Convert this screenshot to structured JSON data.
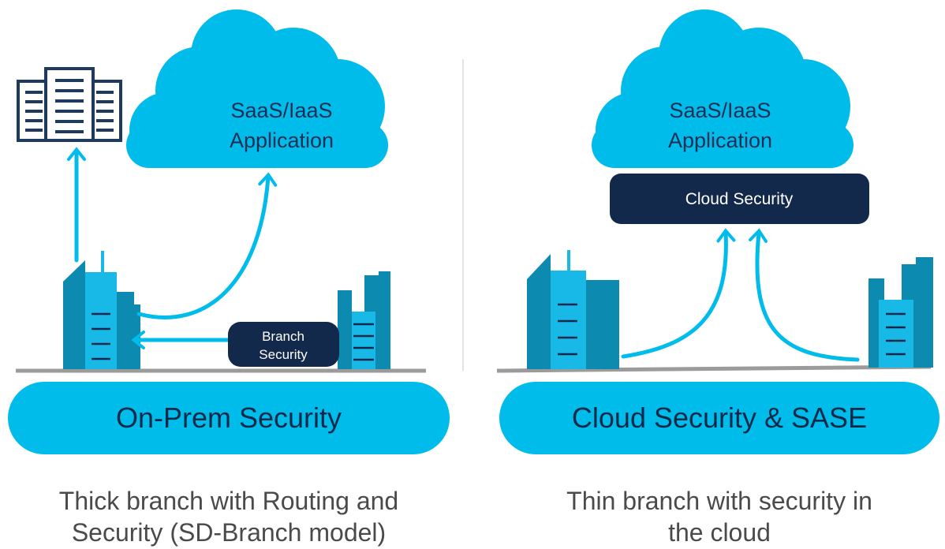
{
  "left": {
    "cloud_line1": "SaaS/IaaS",
    "cloud_line2": "Application",
    "branch_security_line1": "Branch",
    "branch_security_line2": "Security",
    "banner": "On-Prem Security",
    "caption_line1": "Thick branch with Routing and",
    "caption_line2": "Security (SD-Branch model)"
  },
  "right": {
    "cloud_line1": "SaaS/IaaS",
    "cloud_line2": "Application",
    "cloud_security": "Cloud Security",
    "banner": "Cloud Security & SASE",
    "caption_line1": "Thin branch with security in",
    "caption_line2": "the cloud"
  },
  "colors": {
    "cloud": "#00bceb",
    "navy": "#13294b",
    "building_dark": "#0d8ab0",
    "building_light": "#18b9e6",
    "server": "#1e3a5f",
    "ground": "#9b9b9b"
  },
  "icons": [
    "server-rack-icon",
    "building-icon"
  ]
}
